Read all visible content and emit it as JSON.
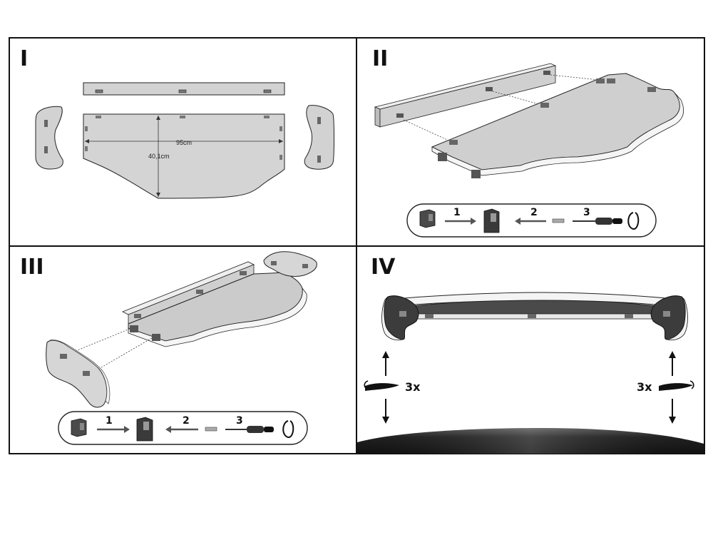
{
  "panels": {
    "p1": {
      "label": "I"
    },
    "p2": {
      "label": "II"
    },
    "p3": {
      "label": "III"
    },
    "p4": {
      "label": "IV"
    }
  },
  "dimensions": {
    "width": "95cm",
    "depth": "40,1cm"
  },
  "steps": {
    "s1": "1",
    "s2": "2",
    "s3": "3"
  },
  "repeat": {
    "label": "3x"
  },
  "colors": {
    "panel_fill": "#d4d4d4",
    "outline": "#1a1a1a",
    "dark": "#3a3a3a",
    "edge": "#f4f4f4"
  }
}
